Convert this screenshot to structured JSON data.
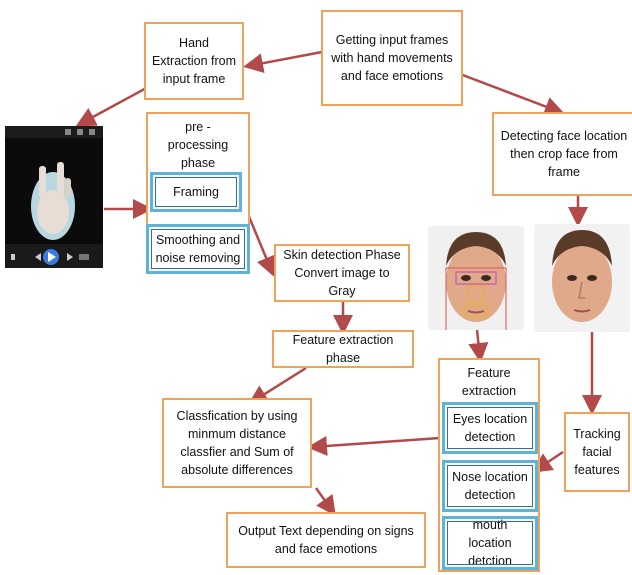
{
  "nodes": {
    "hand_extraction": "Hand Extraction from input frame",
    "getting_input": "Getting input frames with hand movements and face emotions",
    "detecting_face": "Detecting face location then crop face from frame",
    "preprocessing": "pre -processing phase",
    "framing": "Framing",
    "smoothing": "Smoothing and noise removing",
    "skin_detection": "Skin detection Phase Convert image to Gray",
    "feature_extraction_hand": "Feature extraction phase",
    "feature_extraction_face": "Feature extraction phase",
    "eyes": "Eyes location detection",
    "nose": "Nose location detection",
    "mouth": "mouth location detction",
    "tracking": "Tracking facial features",
    "classification": "Classfication by using minmum distance classfier and Sum of absolute differences",
    "output": "Output Text depending on signs and face emotions"
  },
  "colors": {
    "box_border": "#f0a25a",
    "highlight_border": "#5fb3d6",
    "arrow": "#b24a4a"
  }
}
